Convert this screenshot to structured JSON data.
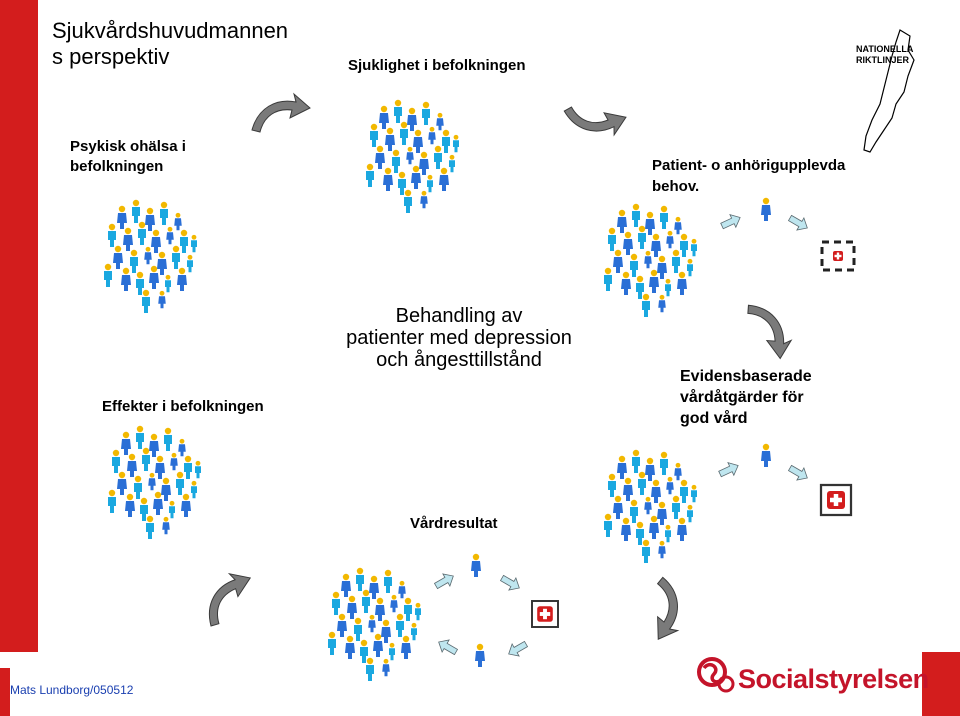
{
  "slide": {
    "title_line1": "Sjukvårdshuvudmannen",
    "title_line2": "s perspektiv",
    "sjuklighet": "Sjuklighet i befolkningen",
    "psykisk_line1": "Psykisk ohälsa i",
    "psykisk_line2": "befolkningen",
    "patient_line1": "Patient- o anhörigupplevda",
    "patient_line2": "behov.",
    "behandling_line1": "Behandling av",
    "behandling_line2": "patienter med depression",
    "behandling_line3": "och ångesttillstånd",
    "effekter": "Effekter i befolkningen",
    "evidens_line1": "Evidensbaserade",
    "evidens_line2": "vårdåtgärder för",
    "evidens_line3": "god vård",
    "vardresultat": "Vårdresultat"
  },
  "brand": {
    "nationella_line1": "NATIONELLA",
    "nationella_line2": "RIKTLINJER",
    "socialstyrelsen": "Socialstyrelsen"
  },
  "footer": {
    "author": "Mats Lundborg/050512"
  },
  "colors": {
    "red_bar": "#d31d1d",
    "person_blue": "#2a6fd6",
    "person_cyan": "#1aa8e0",
    "head_yellow": "#f2b800",
    "arrow_fill": "#7a7a7a",
    "brand_red": "#c4142a"
  }
}
